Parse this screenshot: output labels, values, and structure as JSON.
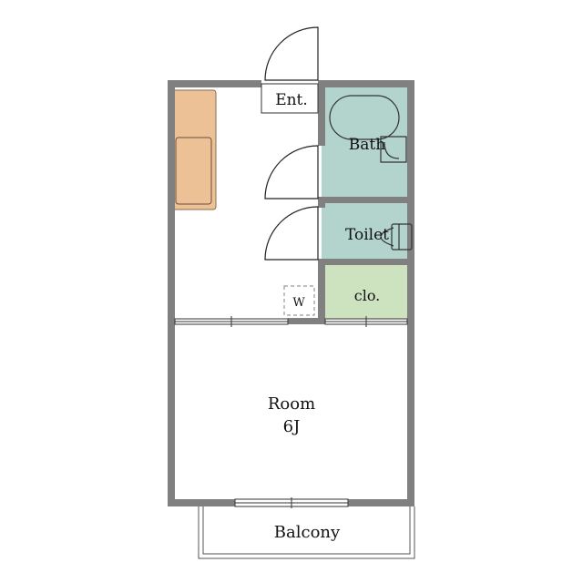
{
  "labels": {
    "entrance": "Ent.",
    "bath": "Bath",
    "toilet": "Toilet",
    "closet": "clo.",
    "washer": "W",
    "room_name": "Room",
    "room_size": "6J",
    "balcony": "Balcony"
  },
  "colors": {
    "wall": "#808080",
    "bath": "#b3d4cc",
    "toilet": "#b3d4cc",
    "closet": "#cde3c0",
    "kitchen": "#edc196",
    "background": "#ffffff"
  }
}
